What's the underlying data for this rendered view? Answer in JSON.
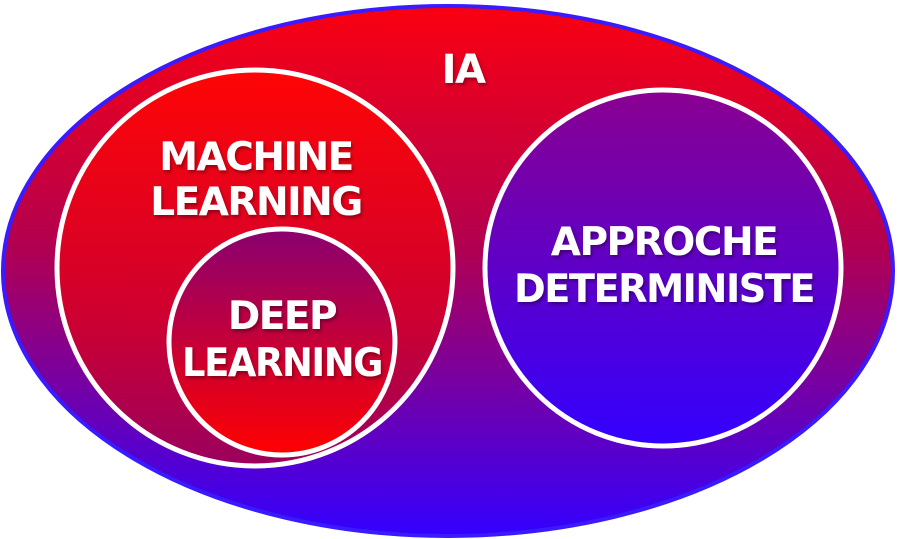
{
  "diagram": {
    "outer": {
      "label": "IA"
    },
    "machine_learning": {
      "line1": "MACHINE",
      "line2": "LEARNING"
    },
    "deep_learning": {
      "line1": "DEEP",
      "line2": "LEARNING"
    },
    "deterministic": {
      "line1": "APPROCHE",
      "line2": "DETERMINISTE"
    }
  },
  "colors": {
    "red": "#ff0000",
    "blue": "#3300ff",
    "outline_blue": "#3a1aff",
    "stroke": "#ffffff",
    "text": "#ffffff"
  }
}
